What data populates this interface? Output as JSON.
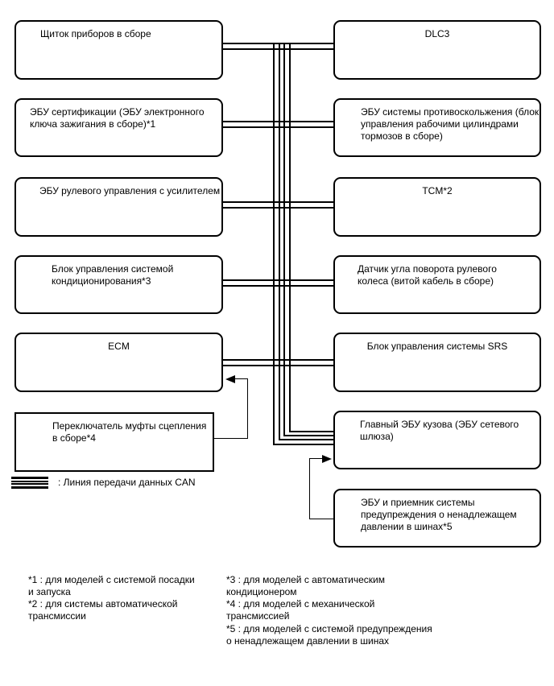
{
  "boxes": {
    "left": [
      {
        "label": "Щиток приборов в сборе"
      },
      {
        "label": "ЭБУ сертификации (ЭБУ электронного\nключа зажигания в сборе)*1"
      },
      {
        "label": "ЭБУ рулевого управления с усилителем"
      },
      {
        "label": "Блок управления системой\nкондиционирования*3"
      },
      {
        "label": "ECM"
      },
      {
        "label": "Переключатель муфты сцепления\nв сборе*4"
      }
    ],
    "right": [
      {
        "label": "DLC3"
      },
      {
        "label": "ЭБУ системы противоскольжения (блок\nуправления рабочими цилиндрами\nтормозов в сборе)"
      },
      {
        "label": "TCM*2"
      },
      {
        "label": "Датчик угла поворота рулевого\nколеса (витой кабель в сборе)"
      },
      {
        "label": "Блок управления системы SRS"
      },
      {
        "label": "Главный ЭБУ кузова (ЭБУ сетевого\nшлюза)"
      },
      {
        "label": "ЭБУ и приемник системы\nпредупреждения о ненадлежащем\nдавлении в шинах*5"
      }
    ]
  },
  "legend": {
    "label": ": Линия передачи данных CAN"
  },
  "footnotes": {
    "left": [
      "*1 : для моделей с системой посадки\nи запуска",
      "*2 : для системы автоматической\nтрансмиссии"
    ],
    "right": [
      "*3 : для моделей с автоматическим\nкондиционером",
      "*4 : для моделей с механической\nтрансмиссией",
      "*5 : для моделей с системой предупреждения\nо ненадлежащем давлении в шинах"
    ]
  },
  "colors": {
    "line": "#000000",
    "background": "#ffffff",
    "text": "#000000"
  }
}
